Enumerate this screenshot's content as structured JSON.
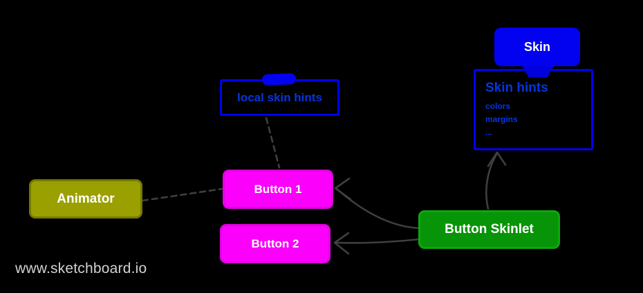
{
  "diagram": {
    "watermark": "www.sketchboard.io",
    "nodes": {
      "skin": {
        "label": "Skin",
        "fill": "#0202f0",
        "text_color": "#ffffff"
      },
      "skin_hints": {
        "title": "Skin hints",
        "items": [
          "colors",
          "margins",
          "..."
        ],
        "border_color": "#0101ef",
        "text_color": "#0635de"
      },
      "local_skin_hints": {
        "label": "local skin hints",
        "border_color": "#0101ef",
        "text_color": "#0635de"
      },
      "animator": {
        "label": "Animator",
        "fill": "#9aa000",
        "text_color": "#ffffff"
      },
      "button1": {
        "label": "Button 1",
        "fill": "#fb00fb",
        "text_color": "#ffffff"
      },
      "button2": {
        "label": "Button 2",
        "fill": "#fb00fb",
        "text_color": "#ffffff"
      },
      "button_skinlet": {
        "label": "Button Skinlet",
        "fill": "#089408",
        "text_color": "#ffffff"
      }
    },
    "edges": {
      "connector_color": "#3f3f3f",
      "relations": [
        {
          "from": "local skin hints",
          "to": "Button 1",
          "style": "dashed",
          "arrow": false
        },
        {
          "from": "Animator",
          "to": "Button 1",
          "style": "dashed",
          "arrow": false
        },
        {
          "from": "Button Skinlet",
          "to": "Button 1",
          "style": "solid",
          "arrow": true
        },
        {
          "from": "Button Skinlet",
          "to": "Button 2",
          "style": "solid",
          "arrow": true
        },
        {
          "from": "Button Skinlet",
          "to": "Skin hints",
          "style": "solid",
          "arrow": true
        }
      ]
    }
  }
}
